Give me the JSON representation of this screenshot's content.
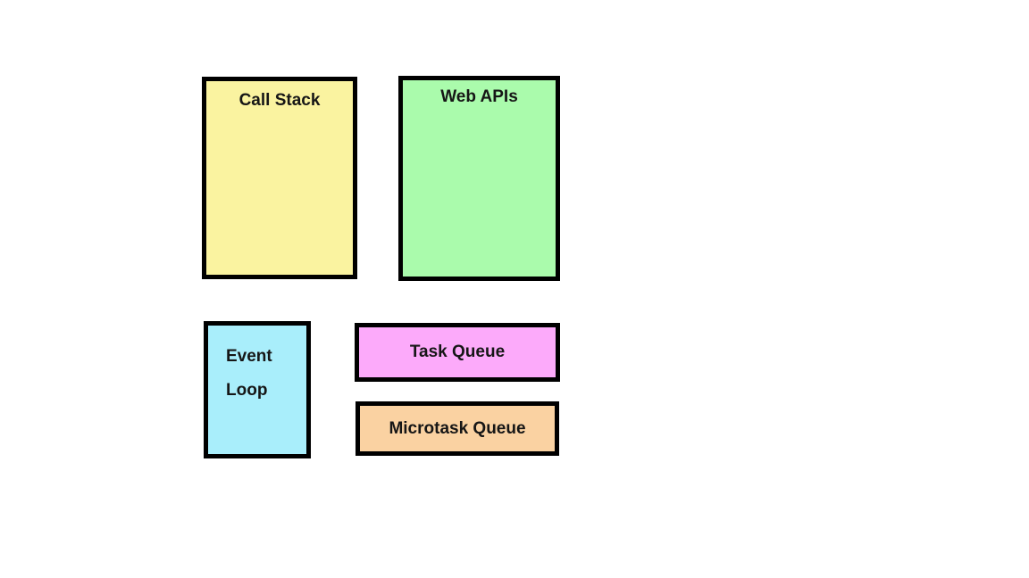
{
  "diagram": {
    "background": "#FFFFFF",
    "border_color": "#000000",
    "text_color": "#161616",
    "boxes": {
      "call_stack": {
        "label": "Call Stack",
        "fill": "#FAF3A0"
      },
      "web_apis": {
        "label": "Web APIs",
        "fill": "#AAFBAC"
      },
      "event_loop": {
        "label_line1": "Event",
        "label_line2": "Loop",
        "fill": "#A9EEFB"
      },
      "task_queue": {
        "label": "Task Queue",
        "fill": "#FCAAFA"
      },
      "microtask_queue": {
        "label": "Microtask Queue",
        "fill": "#FAD2A2"
      }
    }
  }
}
